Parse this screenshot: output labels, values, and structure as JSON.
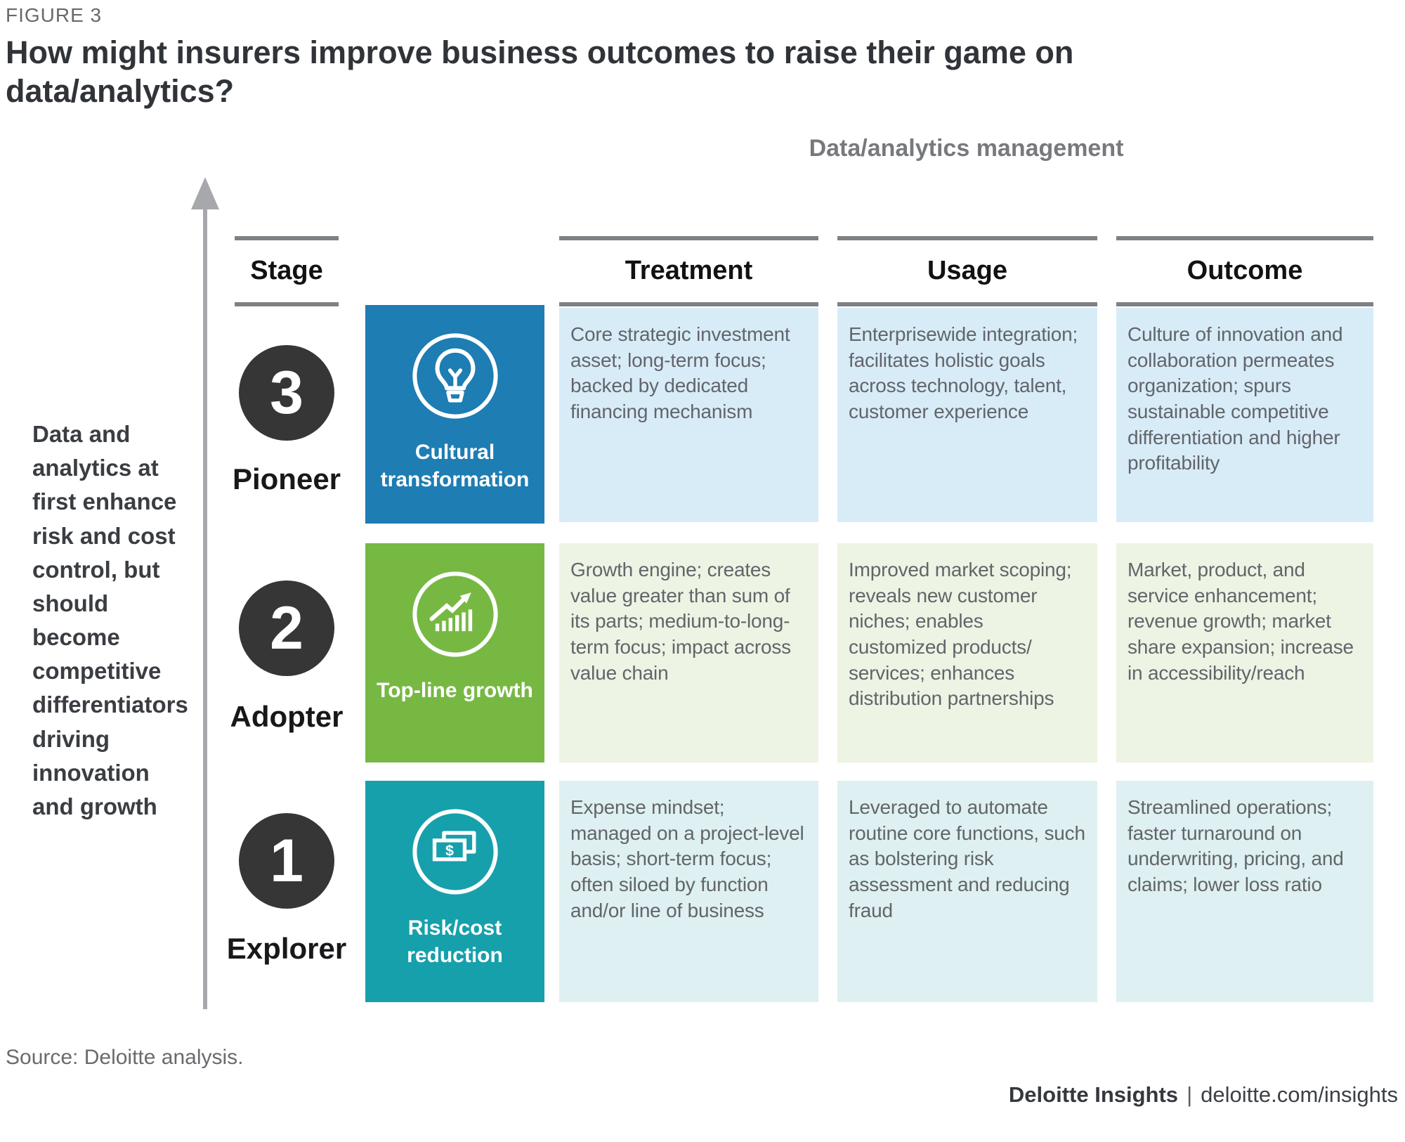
{
  "figure_label": "FIGURE 3",
  "title": "How might insurers improve business outcomes to raise their game on data/analytics?",
  "group_header": "Data/analytics management",
  "stage_header": "Stage",
  "columns": [
    "Treatment",
    "Usage",
    "Outcome"
  ],
  "axis_note": "Data and analytics at first enhance risk and cost control, but should become competitive differentiators driving innovation and growth",
  "rows": [
    {
      "stage_number": "3",
      "stage_name": "Pioneer",
      "theme_label": "Cultural transformation",
      "icon": "lightbulb-icon",
      "colors": {
        "box": "#1e7db3",
        "cell": "#d8ecf8"
      },
      "treatment": "Core strategic investment asset; long-term focus; backed by dedicated financing mechanism",
      "usage": "Enterprisewide integration; facilitates holistic goals across technology, talent, customer experience",
      "outcome": "Culture of innovation and collaboration permeates organization; spurs sustainable competitive differentiation and higher profitability"
    },
    {
      "stage_number": "2",
      "stage_name": "Adopter",
      "theme_label": "Top-line growth",
      "icon": "growth-chart-icon",
      "colors": {
        "box": "#77b843",
        "cell": "#edf4e4"
      },
      "treatment": "Growth engine; creates value greater than sum of its parts; medium-to-long-term focus; impact across value chain",
      "usage": "Improved market scoping; reveals new customer niches; enables customized products/ services; enhances distribution partnerships",
      "outcome": "Market, product, and service enhancement; revenue growth; market share expansion; increase in accessibility/reach"
    },
    {
      "stage_number": "1",
      "stage_name": "Explorer",
      "theme_label": "Risk/cost reduction",
      "icon": "banknotes-icon",
      "icon_glyph": "$",
      "colors": {
        "box": "#16a0ac",
        "cell": "#def0f2"
      },
      "treatment": "Expense mindset; managed on a project-level basis; short-term focus; often siloed by function and/or line of business",
      "usage": "Leveraged to automate routine core functions, such as bolstering risk assessment and reducing fraud",
      "outcome": "Streamlined operations; faster turnaround on underwriting, pricing, and claims; lower loss ratio"
    }
  ],
  "source": "Source: Deloitte analysis.",
  "footer": {
    "brand": "Deloitte Insights",
    "separator": "|",
    "url": "deloitte.com/insights"
  }
}
